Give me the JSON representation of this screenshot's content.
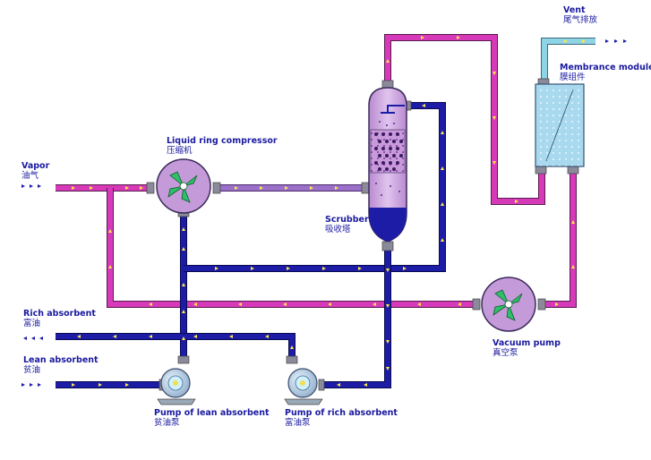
{
  "labels": {
    "vent": {
      "en": "Vent",
      "zh": "尾气排放"
    },
    "membrane": {
      "en": "Membrance modules",
      "zh": "膜组件"
    },
    "compressor": {
      "en": "Liquid ring compressor",
      "zh": "压缩机"
    },
    "vapor": {
      "en": "Vapor",
      "zh": "油气"
    },
    "scrubber": {
      "en": "Scrubber",
      "zh": "吸收塔"
    },
    "rich_absorbent": {
      "en": "Rich absorbent",
      "zh": "富油"
    },
    "lean_absorbent": {
      "en": "Lean absorbent",
      "zh": "贫油"
    },
    "vacuum_pump": {
      "en": "Vacuum pump",
      "zh": "真空泵"
    },
    "pump_lean": {
      "en": "Pump of lean absorbent",
      "zh": "贫油泵"
    },
    "pump_rich": {
      "en": "Pump of rich absorbent",
      "zh": "富油泵"
    }
  },
  "colors": {
    "vapor_pipe": "#d63ab8",
    "liquid_pipe": "#1c1ca6",
    "vent_pipe": "#8fd3e6",
    "compressed_pipe": "#9a70c9",
    "equipment": "#c59ad9",
    "flow_arrow": "#ffe94a",
    "label_text": "#1a1aa0"
  }
}
